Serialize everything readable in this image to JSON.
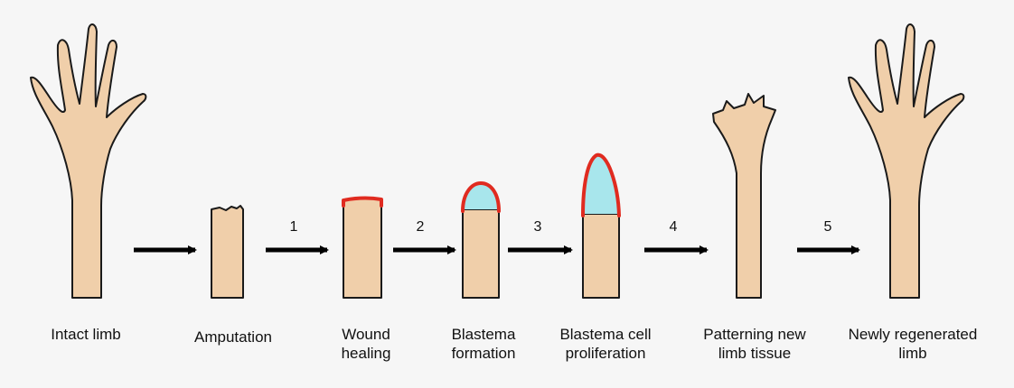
{
  "colors": {
    "background": "#f6f6f6",
    "skin": "#f0cfaa",
    "outline": "#1a1a1a",
    "wound_epidermis": "#e02b20",
    "blastema": "#a8e6ec",
    "arrow": "#000000"
  },
  "stages": [
    {
      "id": "intact-limb",
      "line1": "Intact limb",
      "line2": ""
    },
    {
      "id": "amputation",
      "line1": "Amputation",
      "line2": ""
    },
    {
      "id": "wound-healing",
      "line1": "Wound",
      "line2": "healing"
    },
    {
      "id": "blastema-formation",
      "line1": "Blastema",
      "line2": "formation"
    },
    {
      "id": "blastema-proliferation",
      "line1": "Blastema cell",
      "line2": "proliferation"
    },
    {
      "id": "patterning",
      "line1": "Patterning new",
      "line2": "limb tissue"
    },
    {
      "id": "regenerated",
      "line1": "Newly regenerated",
      "line2": "limb"
    }
  ],
  "arrows": [
    {
      "step": ""
    },
    {
      "step": "1"
    },
    {
      "step": "2"
    },
    {
      "step": "3"
    },
    {
      "step": "4"
    },
    {
      "step": "5"
    }
  ]
}
